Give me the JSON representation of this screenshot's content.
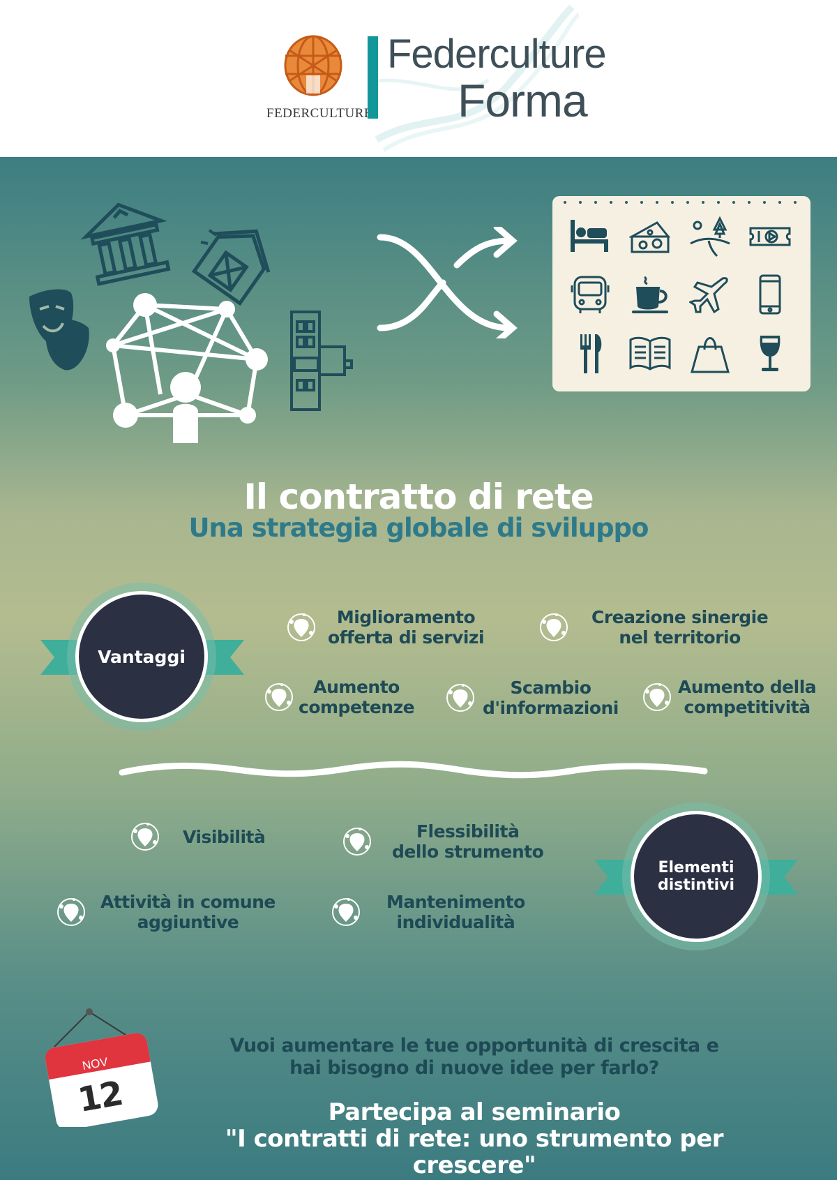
{
  "header": {
    "logo_org": "FEDERCULTURE",
    "logo_line1": "Federculture",
    "logo_line2": "Forma"
  },
  "hero": {
    "left_icons": [
      "museum-icon",
      "theater-masks-icon",
      "barn-icon",
      "network-globe-icon",
      "person-icon",
      "building-icon"
    ],
    "arrows": "shuffle-arrows-icon",
    "panel_icons": [
      "bed-icon",
      "cheese-icon",
      "landscape-icon",
      "ticket-icon",
      "bus-icon",
      "coffee-cup-icon",
      "airplane-icon",
      "smartphone-icon",
      "cutlery-icon",
      "open-book-icon",
      "shopping-bag-icon",
      "wine-glass-icon"
    ]
  },
  "title": "Il contratto di rete",
  "subtitle": "Una strategia globale di sviluppo",
  "vantaggi": {
    "badge": "Vantaggi",
    "items": [
      "Miglioramento\nofferta di servizi",
      "Creazione sinergie\nnel territorio",
      "Aumento\ncompetenze",
      "Scambio\nd'informazioni",
      "Aumento della\ncompetitività"
    ]
  },
  "elementi": {
    "badge": "Elementi\ndistintivi",
    "items": [
      "Visibilità",
      "Flessibilità\ndello strumento",
      "Attività in comune\naggiuntive",
      "Mantenimento\nindividualità"
    ]
  },
  "calendar": {
    "month": "NOV",
    "day": "12"
  },
  "cta": {
    "question": "Vuoi aumentare le tue opportunità di crescita e\nhai bisogno di nuove idee per farlo?",
    "invite": "Partecipa al seminario\n\"I contratti di rete: uno strumento per crescere\""
  },
  "colors": {
    "teal_brand": "#13979a",
    "dark_navy": "#2b3042",
    "text_dark": "#1e4a56",
    "subtitle_blue": "#2e7a8a",
    "ribbon_green": "#3fae9a",
    "calendar_red": "#e0343e"
  }
}
